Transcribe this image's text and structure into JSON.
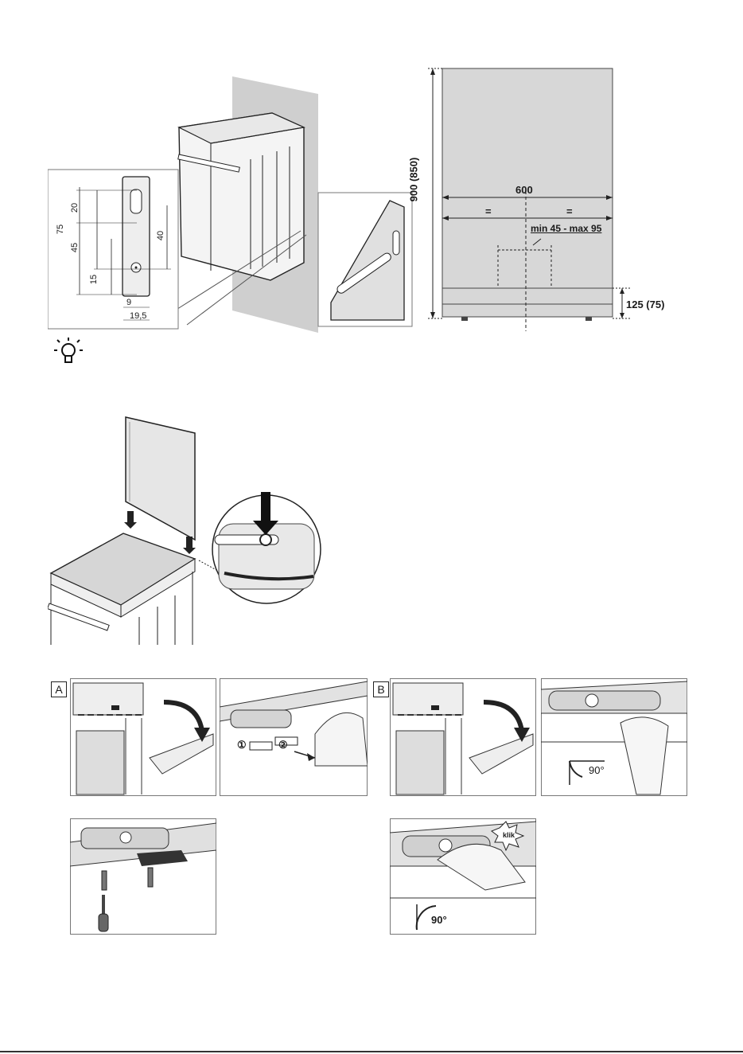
{
  "bracket_detail": {
    "dims": [
      "75",
      "20",
      "45",
      "40",
      "15",
      "9",
      "19,5"
    ]
  },
  "niche_diagram": {
    "height": "900 (850)",
    "width": "600",
    "equal_left": "=",
    "equal_right": "=",
    "hole_spacing": "min 45 - max 95",
    "plinth": "125 (75)"
  },
  "hint_icon": "lightbulb-icon",
  "lid_steps": {
    "step1": "①",
    "step2": "②"
  },
  "panel_A": {
    "label": "A"
  },
  "panel_B": {
    "label": "B",
    "angle_top": "90°",
    "angle_bottom": "90°",
    "click": "klik"
  }
}
